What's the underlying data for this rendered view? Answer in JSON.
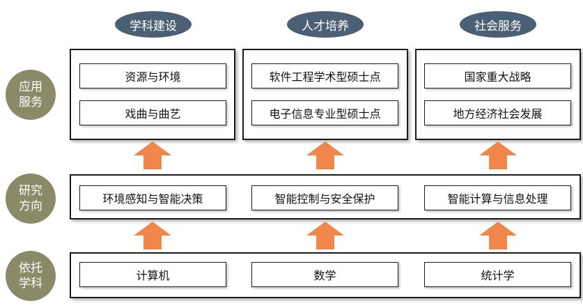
{
  "top_labels": [
    "学科建设",
    "人才培养",
    "社会服务"
  ],
  "row_labels": {
    "application": "应用\n服务",
    "research": "研究\n方向",
    "foundation": "依托\n学科"
  },
  "application_panels": [
    [
      "资源与环境",
      "戏曲与曲艺"
    ],
    [
      "软件工程学术型硕士点",
      "电子信息专业型硕士点"
    ],
    [
      "国家重大战略",
      "地方经济社会发展"
    ]
  ],
  "research_directions": [
    "环境感知与智能决策",
    "智能控制与安全保护",
    "智能计算与信息处理"
  ],
  "foundation_disciplines": [
    "计算机",
    "数学",
    "统计学"
  ],
  "colors": {
    "pill": "#4b6074",
    "circle": "#8b8a68",
    "arrow": "#f0864a"
  }
}
